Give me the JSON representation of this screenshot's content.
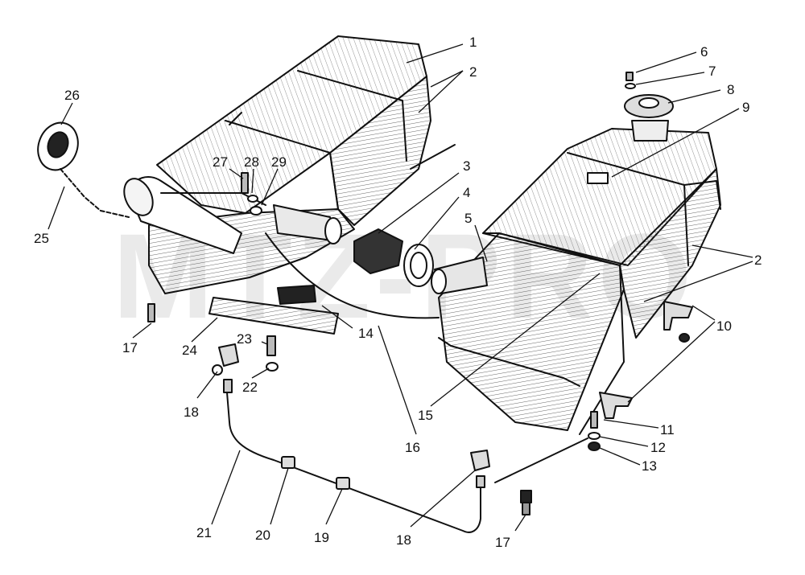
{
  "watermark": "MTZ-PRO",
  "callouts": [
    {
      "id": "c1",
      "text": "1"
    },
    {
      "id": "c2a",
      "text": "2"
    },
    {
      "id": "c3",
      "text": "3"
    },
    {
      "id": "c4",
      "text": "4"
    },
    {
      "id": "c5",
      "text": "5"
    },
    {
      "id": "c6",
      "text": "6"
    },
    {
      "id": "c7",
      "text": "7"
    },
    {
      "id": "c8",
      "text": "8"
    },
    {
      "id": "c9",
      "text": "9"
    },
    {
      "id": "c2b",
      "text": "2"
    },
    {
      "id": "c10",
      "text": "10"
    },
    {
      "id": "c11",
      "text": "11"
    },
    {
      "id": "c12",
      "text": "12"
    },
    {
      "id": "c13",
      "text": "13"
    },
    {
      "id": "c14",
      "text": "14"
    },
    {
      "id": "c15",
      "text": "15"
    },
    {
      "id": "c16",
      "text": "16"
    },
    {
      "id": "c17a",
      "text": "17"
    },
    {
      "id": "c17b",
      "text": "17"
    },
    {
      "id": "c18a",
      "text": "18"
    },
    {
      "id": "c18b",
      "text": "18"
    },
    {
      "id": "c19",
      "text": "19"
    },
    {
      "id": "c20",
      "text": "20"
    },
    {
      "id": "c21",
      "text": "21"
    },
    {
      "id": "c22",
      "text": "22"
    },
    {
      "id": "c23",
      "text": "23"
    },
    {
      "id": "c24",
      "text": "24"
    },
    {
      "id": "c25",
      "text": "25"
    },
    {
      "id": "c26",
      "text": "26"
    },
    {
      "id": "c27",
      "text": "27"
    },
    {
      "id": "c28",
      "text": "28"
    },
    {
      "id": "c29",
      "text": "29"
    }
  ]
}
